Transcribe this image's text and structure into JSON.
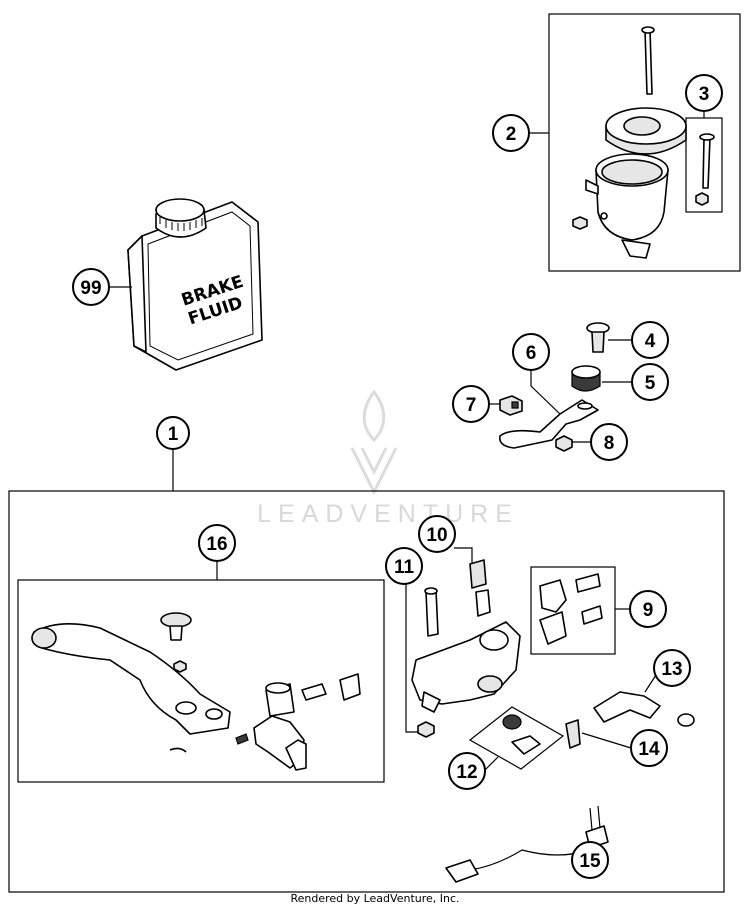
{
  "diagram": {
    "callouts": [
      {
        "id": "c1",
        "label": "1"
      },
      {
        "id": "c2",
        "label": "2"
      },
      {
        "id": "c3",
        "label": "3"
      },
      {
        "id": "c4",
        "label": "4"
      },
      {
        "id": "c5",
        "label": "5"
      },
      {
        "id": "c6",
        "label": "6"
      },
      {
        "id": "c7",
        "label": "7"
      },
      {
        "id": "c8",
        "label": "8"
      },
      {
        "id": "c9",
        "label": "9"
      },
      {
        "id": "c10",
        "label": "10"
      },
      {
        "id": "c11",
        "label": "11"
      },
      {
        "id": "c12",
        "label": "12"
      },
      {
        "id": "c13",
        "label": "13"
      },
      {
        "id": "c14",
        "label": "14"
      },
      {
        "id": "c15",
        "label": "15"
      },
      {
        "id": "c16",
        "label": "16"
      },
      {
        "id": "c99",
        "label": "99"
      }
    ],
    "bottle_label_line1": "BRAKE",
    "bottle_label_line2": "FLUID",
    "watermark": "LEADVENTURE",
    "credit": "Rendered by LeadVenture, Inc."
  }
}
